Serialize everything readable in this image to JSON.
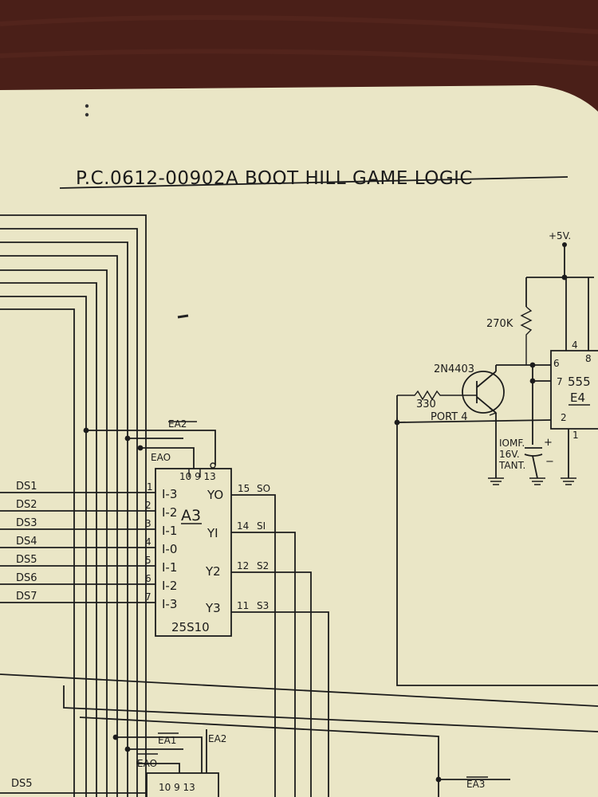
{
  "document": {
    "title": "P.C.0612-00902A BOOT HILL GAME LOGIC"
  },
  "colors": {
    "wood": "#4a1f18",
    "paper": "#eae6c6",
    "ink": "#1c1c1c"
  },
  "chip_a3": {
    "designator": "A3",
    "part": "25S10",
    "top_pins": "10 9 13",
    "ctrl_eao": "EAO",
    "ctrl_ea2": "EA2",
    "inputs": [
      {
        "net": "DS1",
        "pin": "1",
        "label": "I-3"
      },
      {
        "net": "DS2",
        "pin": "2",
        "label": "I-2"
      },
      {
        "net": "DS3",
        "pin": "3",
        "label": "I-1"
      },
      {
        "net": "DS4",
        "pin": "4",
        "label": "I-0"
      },
      {
        "net": "DS5",
        "pin": "5",
        "label": "I-1"
      },
      {
        "net": "DS6",
        "pin": "6",
        "label": "I-2"
      },
      {
        "net": "DS7",
        "pin": "7",
        "label": "I-3"
      }
    ],
    "outputs": [
      {
        "label": "YO",
        "pin": "15",
        "net": "SO"
      },
      {
        "label": "YI",
        "pin": "14",
        "net": "SI"
      },
      {
        "label": "Y2",
        "pin": "12",
        "net": "S2"
      },
      {
        "label": "Y3",
        "pin": "11",
        "net": "S3"
      }
    ]
  },
  "timer_e4": {
    "part_partial": "555",
    "designator": "E4",
    "pins": {
      "p4": "4",
      "p8": "8",
      "p6": "6",
      "p7": "7",
      "p2": "2",
      "p1": "1"
    },
    "supply": "+5V.",
    "resistor_pullup": "270K",
    "transistor": "2N4403",
    "resistor_base": "330",
    "port": "PORT 4",
    "capacitor": [
      "IOMF.",
      "16V.",
      "TANT."
    ],
    "cap_plus": "+",
    "cap_minus": "−"
  },
  "chip_lower": {
    "top_pins": "10 9 13",
    "ctrl_ea1": "EA1",
    "ctrl_ea2": "EA2",
    "ctrl_eao": "EAO",
    "ctrl_ea3": "EA3",
    "input_net": "DS5"
  }
}
